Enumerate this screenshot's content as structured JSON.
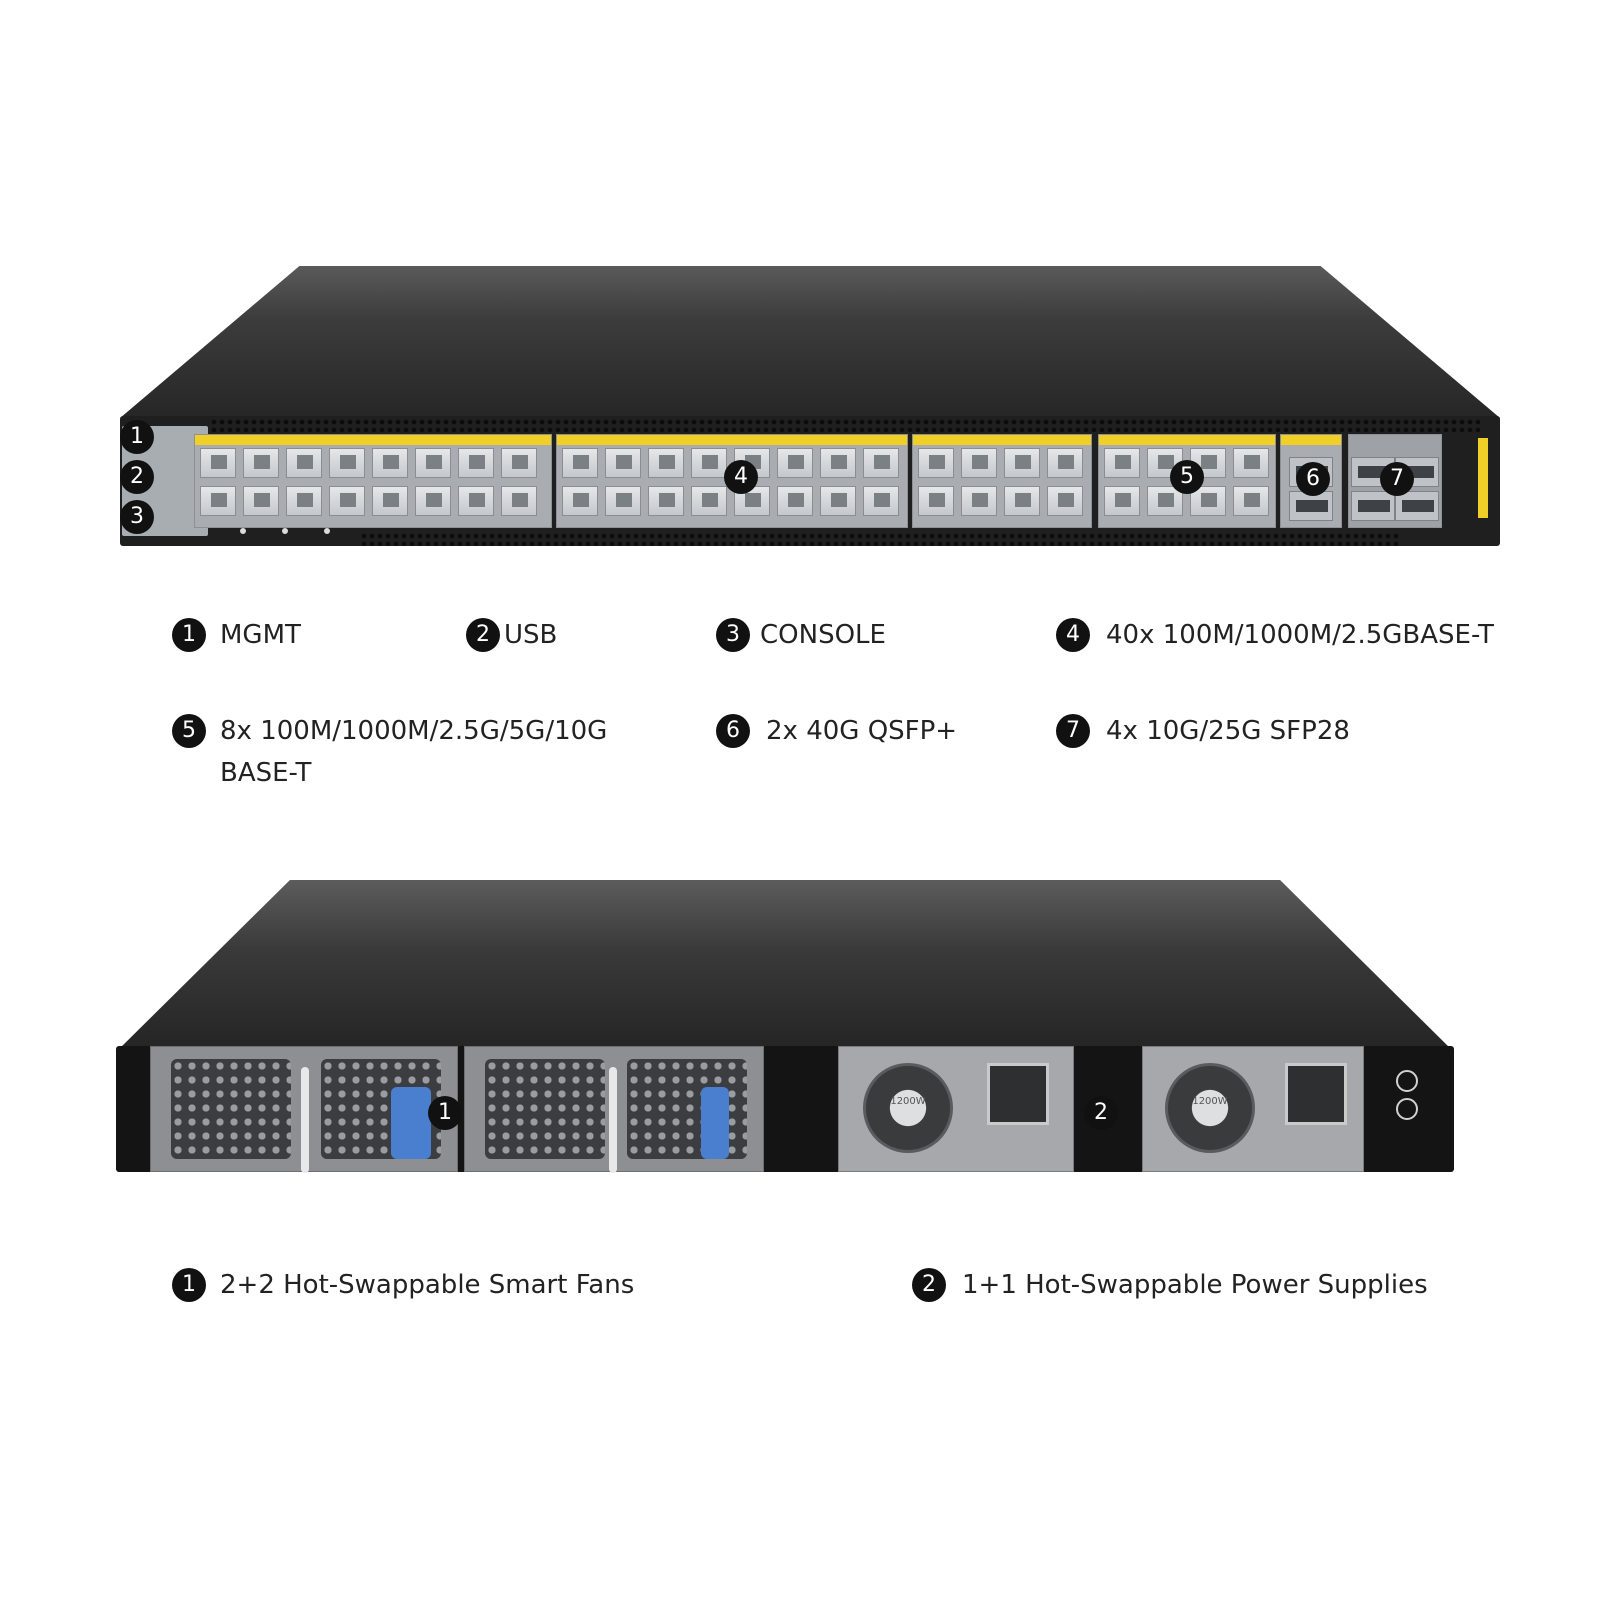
{
  "front_view": {
    "callouts": [
      "1",
      "2",
      "3",
      "4",
      "5",
      "6",
      "7"
    ],
    "legend": [
      {
        "num": "1",
        "text": "MGMT"
      },
      {
        "num": "2",
        "text": "USB"
      },
      {
        "num": "3",
        "text": "CONSOLE"
      },
      {
        "num": "4",
        "text": "40x 100M/1000M/2.5GBASE-T"
      },
      {
        "num": "5",
        "text": "8x 100M/1000M/2.5G/5G/10G\nBASE-T"
      },
      {
        "num": "6",
        "text": "2x 40G QSFP+"
      },
      {
        "num": "7",
        "text": "4x 10G/25G SFP28"
      }
    ]
  },
  "rear_view": {
    "callouts": [
      "1",
      "2"
    ],
    "psu_label": "1200W",
    "legend": [
      {
        "num": "1",
        "text": "2+2 Hot-Swappable Smart Fans"
      },
      {
        "num": "2",
        "text": "1+1 Hot-Swappable Power Supplies"
      }
    ]
  },
  "colors": {
    "port_label_strip": "#f0d026",
    "chassis": "#2a2a2a",
    "fan_latch": "#4a7fd0"
  },
  "icons": [
    "ground-icon",
    "screw-icon"
  ]
}
